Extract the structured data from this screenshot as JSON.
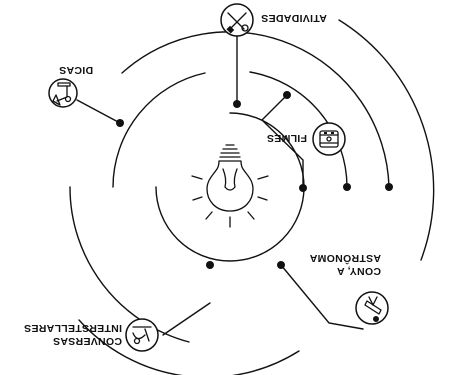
{
  "center": {
    "icon": "lightbulb-icon"
  },
  "nodes": [
    {
      "id": "atividades",
      "label_lines": [
        "ATIVIDADES"
      ],
      "icon": "tools-icon"
    },
    {
      "id": "dicas",
      "label_lines": [
        "DICAS"
      ],
      "icon": "lamp-icon"
    },
    {
      "id": "filmes",
      "label_lines": [
        "FILMES"
      ],
      "icon": "film-icon"
    },
    {
      "id": "cony",
      "label_lines": [
        "CONY, A",
        "ASTRÔNOMA"
      ],
      "icon": "telescope-icon"
    },
    {
      "id": "conversas",
      "label_lines": [
        "CONVERSAS",
        "INTERSTELLARES"
      ],
      "icon": "microscope-icon"
    }
  ]
}
